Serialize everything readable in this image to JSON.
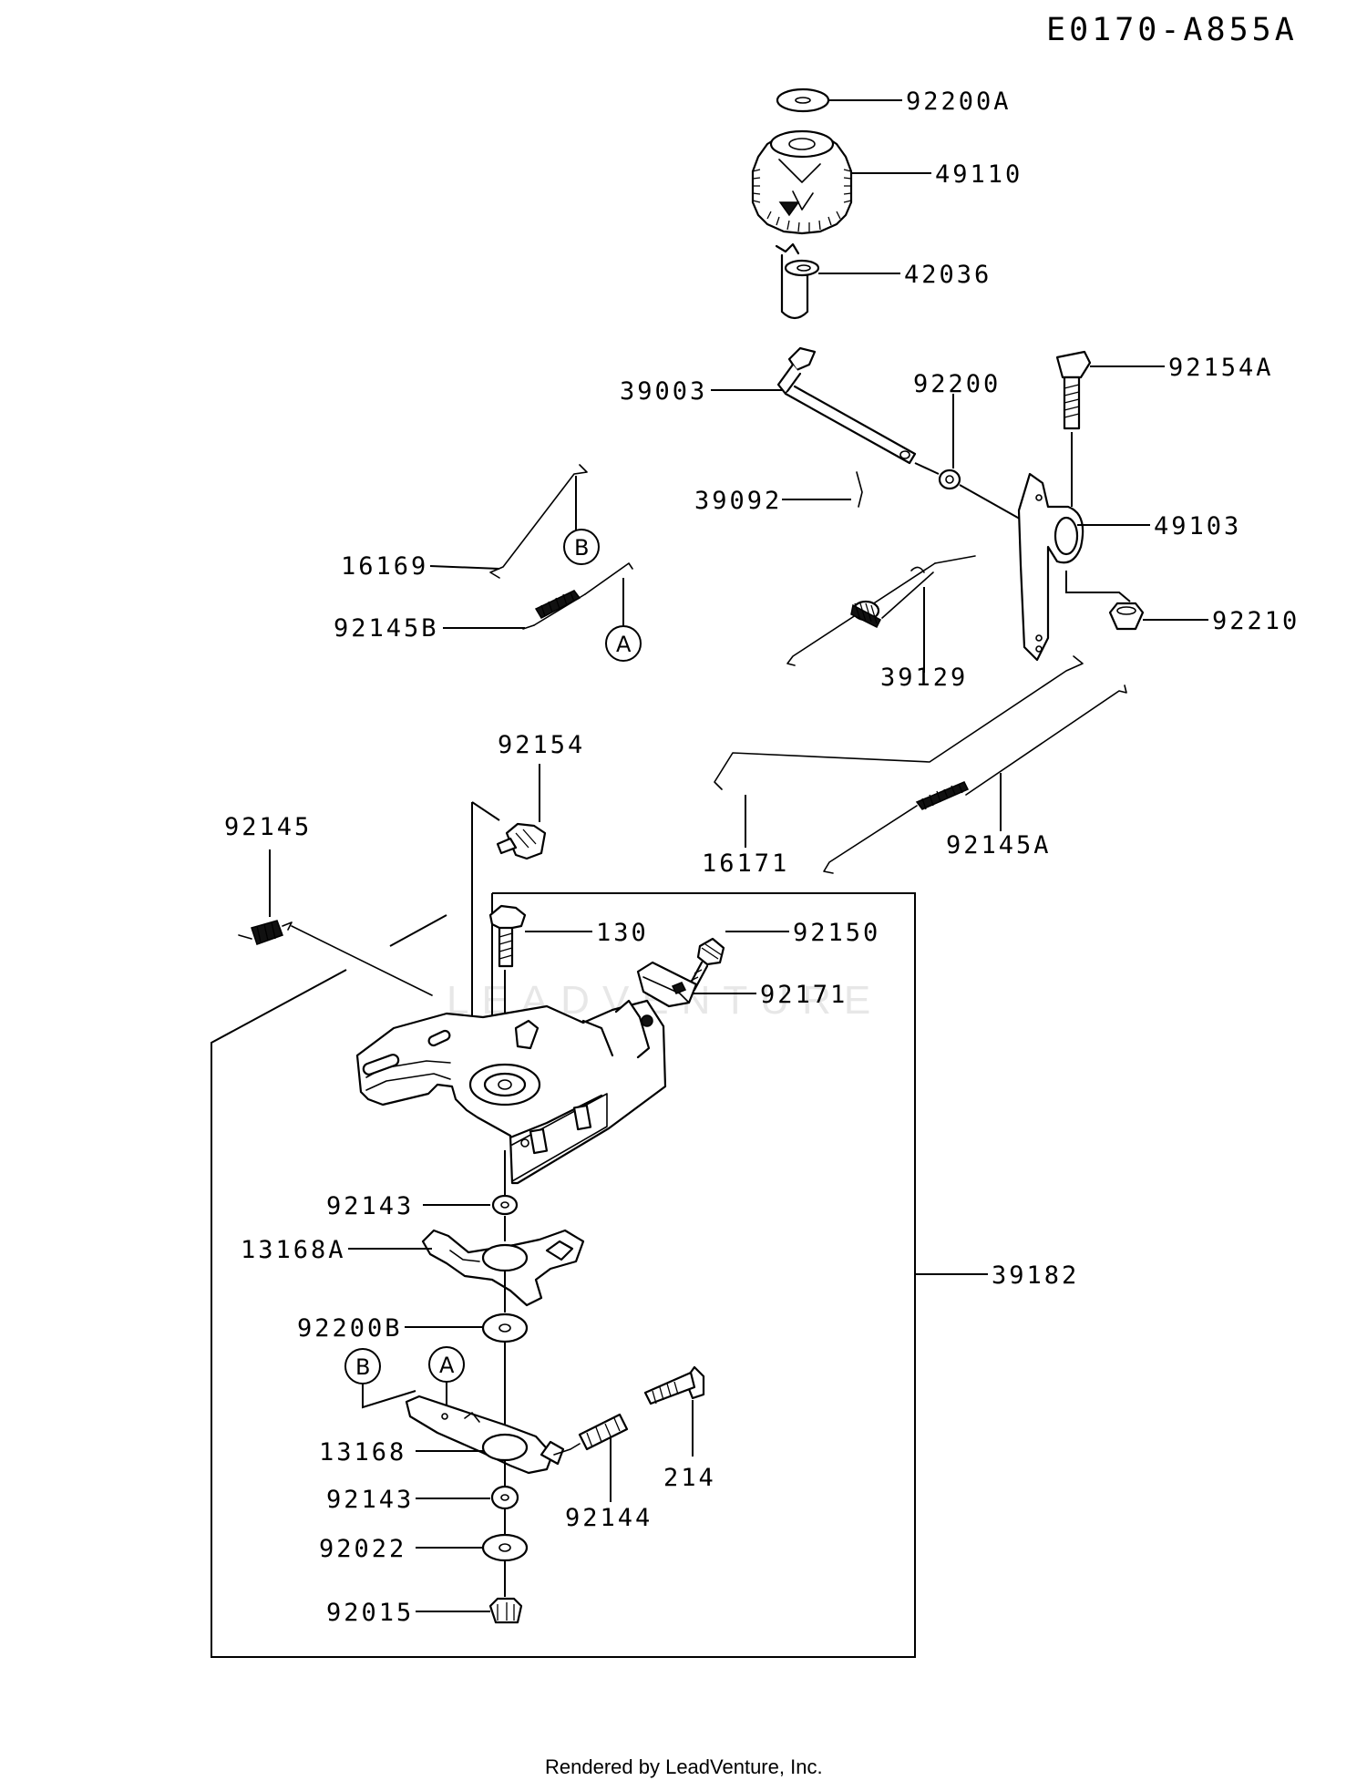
{
  "diagram_code": "E0170-A855A",
  "watermark": "LEADVENTURE",
  "footer": "Rendered by LeadVenture, Inc.",
  "circle_markers": {
    "a": "A",
    "b": "B"
  },
  "parts": {
    "p92200A": "92200A",
    "p49110": "49110",
    "p42036": "42036",
    "p39003": "39003",
    "p92200": "92200",
    "p92154A": "92154A",
    "p39092": "39092",
    "p49103": "49103",
    "p16169": "16169",
    "p92145B": "92145B",
    "p92210": "92210",
    "p39129": "39129",
    "p92154": "92154",
    "p16171": "16171",
    "p92145A": "92145A",
    "p92145": "92145",
    "p130": "130",
    "p92150": "92150",
    "p92171": "92171",
    "p92143a": "92143",
    "p13168A": "13168A",
    "p39182": "39182",
    "p92200B": "92200B",
    "p214": "214",
    "p13168": "13168",
    "p92144": "92144",
    "p92143b": "92143",
    "p92022": "92022",
    "p92015": "92015"
  }
}
